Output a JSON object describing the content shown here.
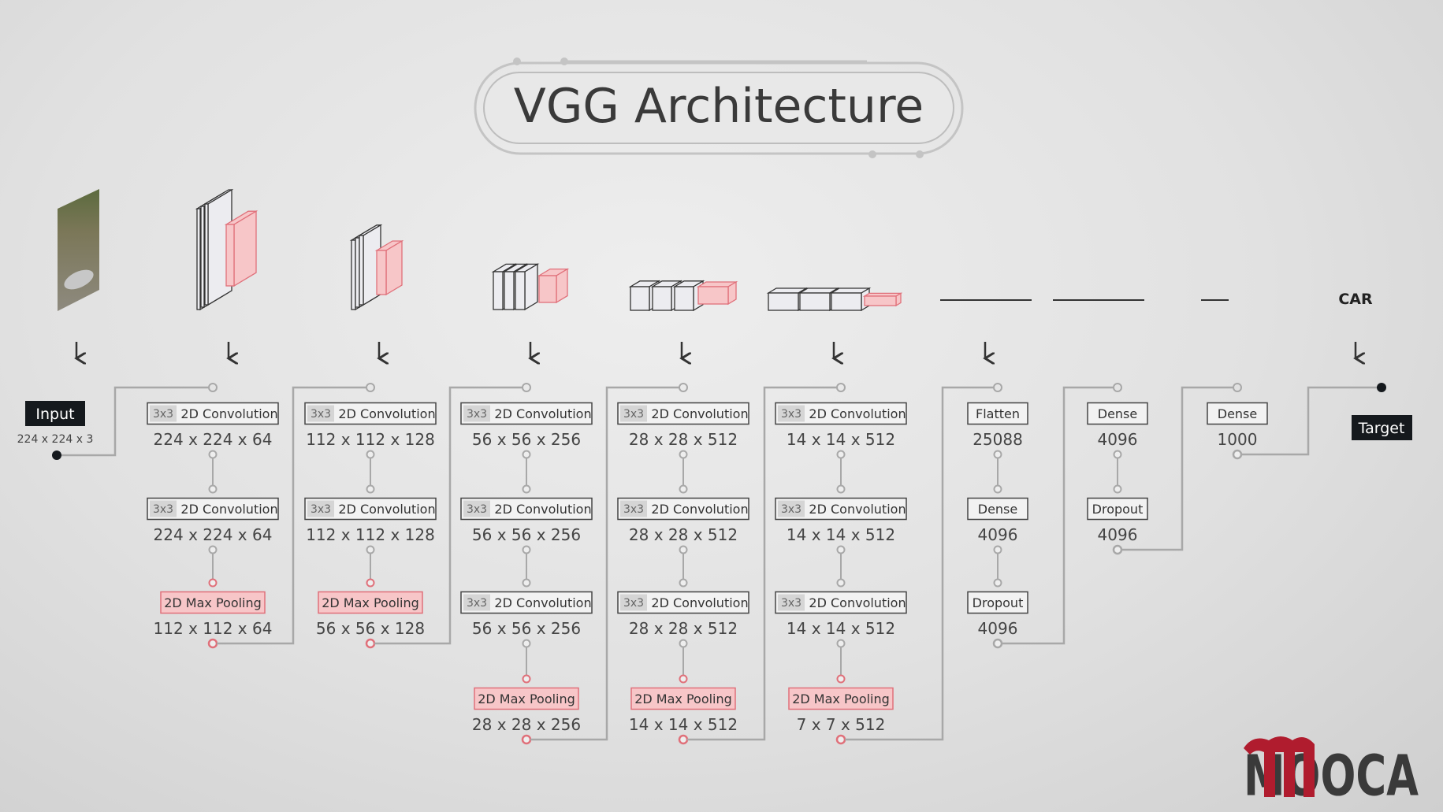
{
  "title": "VGG Architecture",
  "input": {
    "label": "Input",
    "shape": "224 x 224 x 3"
  },
  "target": {
    "label": "Target",
    "class": "CAR"
  },
  "kernel_label": "3x3",
  "layer_types": {
    "conv": "2D Convolution",
    "pool": "2D Max Pooling"
  },
  "columns": [
    {
      "layers": [
        {
          "type": "conv",
          "label": "2D Convolution",
          "dims": "224 x 224 x 64"
        },
        {
          "type": "conv",
          "label": "2D Convolution",
          "dims": "224 x 224 x 64"
        },
        {
          "type": "pool",
          "label": "2D Max Pooling",
          "dims": "112 x 112 x 64"
        }
      ]
    },
    {
      "layers": [
        {
          "type": "conv",
          "label": "2D Convolution",
          "dims": "112 x 112 x 128"
        },
        {
          "type": "conv",
          "label": "2D Convolution",
          "dims": "112 x 112 x 128"
        },
        {
          "type": "pool",
          "label": "2D Max Pooling",
          "dims": "56 x 56 x 128"
        }
      ]
    },
    {
      "layers": [
        {
          "type": "conv",
          "label": "2D Convolution",
          "dims": "56 x 56 x 256"
        },
        {
          "type": "conv",
          "label": "2D Convolution",
          "dims": "56 x 56 x 256"
        },
        {
          "type": "conv",
          "label": "2D Convolution",
          "dims": "56 x 56 x 256"
        },
        {
          "type": "pool",
          "label": "2D Max Pooling",
          "dims": "28 x 28 x 256"
        }
      ]
    },
    {
      "layers": [
        {
          "type": "conv",
          "label": "2D Convolution",
          "dims": "28 x 28 x 512"
        },
        {
          "type": "conv",
          "label": "2D Convolution",
          "dims": "28 x 28 x 512"
        },
        {
          "type": "conv",
          "label": "2D Convolution",
          "dims": "28 x 28 x 512"
        },
        {
          "type": "pool",
          "label": "2D Max Pooling",
          "dims": "14 x 14 x 512"
        }
      ]
    },
    {
      "layers": [
        {
          "type": "conv",
          "label": "2D Convolution",
          "dims": "14 x 14 x 512"
        },
        {
          "type": "conv",
          "label": "2D Convolution",
          "dims": "14 x 14 x 512"
        },
        {
          "type": "conv",
          "label": "2D Convolution",
          "dims": "14 x 14 x 512"
        },
        {
          "type": "pool",
          "label": "2D Max Pooling",
          "dims": "7 x 7 x 512"
        }
      ]
    },
    {
      "layers": [
        {
          "type": "dense",
          "label": "Flatten",
          "dims": "25088"
        },
        {
          "type": "dense",
          "label": "Dense",
          "dims": "4096"
        },
        {
          "type": "dense",
          "label": "Dropout",
          "dims": "4096"
        }
      ]
    },
    {
      "layers": [
        {
          "type": "dense",
          "label": "Dense",
          "dims": "4096"
        },
        {
          "type": "dense",
          "label": "Dropout",
          "dims": "4096"
        }
      ]
    },
    {
      "layers": [
        {
          "type": "dense",
          "label": "Dense",
          "dims": "1000"
        }
      ]
    }
  ],
  "logo": {
    "text": "MOOCA",
    "colors": {
      "mark": "#b01c2e",
      "text": "#3a3a3a"
    }
  },
  "colors": {
    "pool_fill": "#f7c6c8",
    "pool_stroke": "#e0707a",
    "line": "#a8a8a8",
    "dark_label": "#15191d"
  }
}
